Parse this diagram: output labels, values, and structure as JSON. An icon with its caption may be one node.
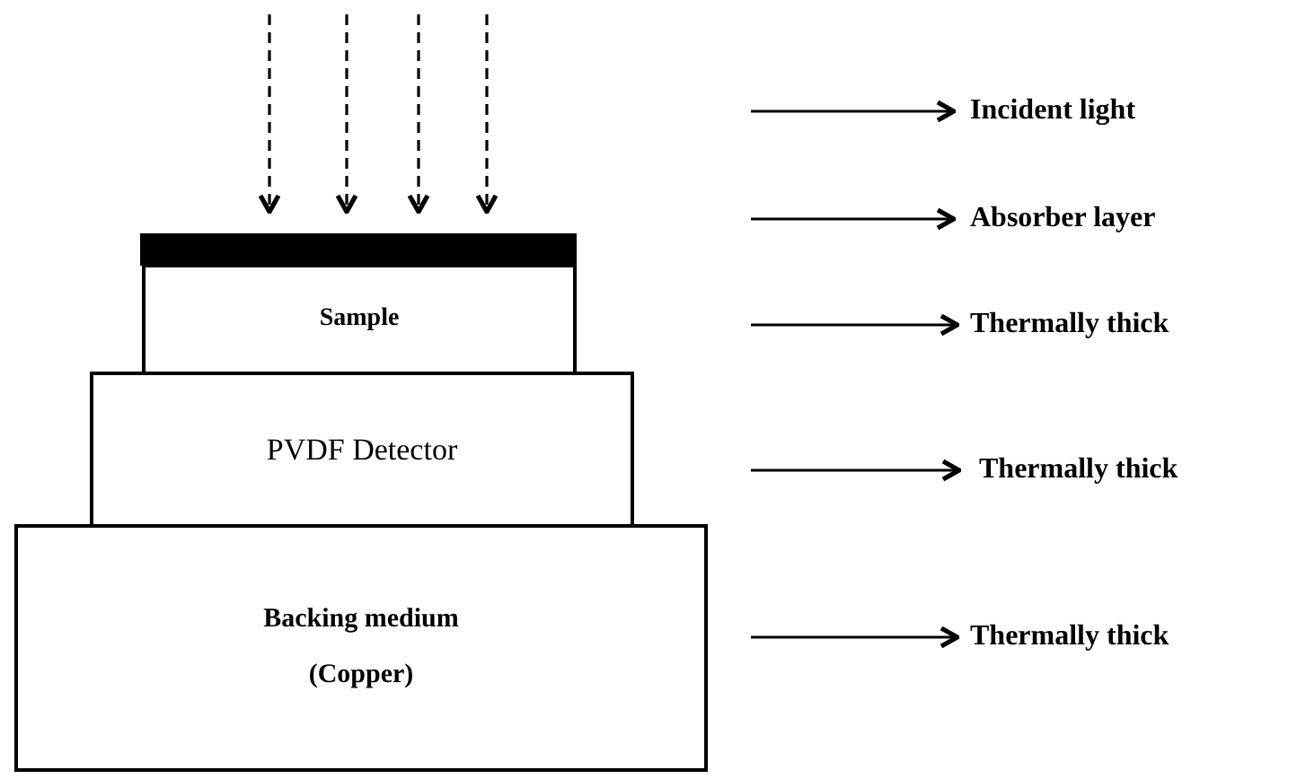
{
  "diagram": {
    "nodes": [
      {
        "text": [],
        "shape": "bar"
      },
      {
        "text": [
          "Sample"
        ]
      },
      {
        "text": [
          "PVDF Detector"
        ]
      },
      {
        "text": [
          "Backing medium",
          "(Copper)"
        ]
      },
      {
        "text": [
          "Incident light"
        ]
      },
      {
        "text": [
          "Absorber layer"
        ]
      },
      {
        "text": [
          "Thermally thick"
        ]
      },
      {
        "text": [
          "Thermally thick"
        ]
      },
      {
        "text": [
          "Thermally thick"
        ]
      }
    ],
    "edges": [
      {
        "from": null,
        "to": 0,
        "arrow": "to",
        "style": "dashed"
      },
      {
        "from": null,
        "to": 0,
        "arrow": "to",
        "style": "dashed"
      },
      {
        "from": null,
        "to": 0,
        "arrow": "to",
        "style": "dashed"
      },
      {
        "from": null,
        "to": 0,
        "arrow": "to",
        "style": "dashed"
      },
      {
        "from": null,
        "to": 4,
        "arrow": "to"
      },
      {
        "from": null,
        "to": 5,
        "arrow": "to"
      },
      {
        "from": null,
        "to": 6,
        "arrow": "to"
      },
      {
        "from": null,
        "to": 7,
        "arrow": "to"
      },
      {
        "from": null,
        "to": 8,
        "arrow": "to"
      }
    ]
  }
}
